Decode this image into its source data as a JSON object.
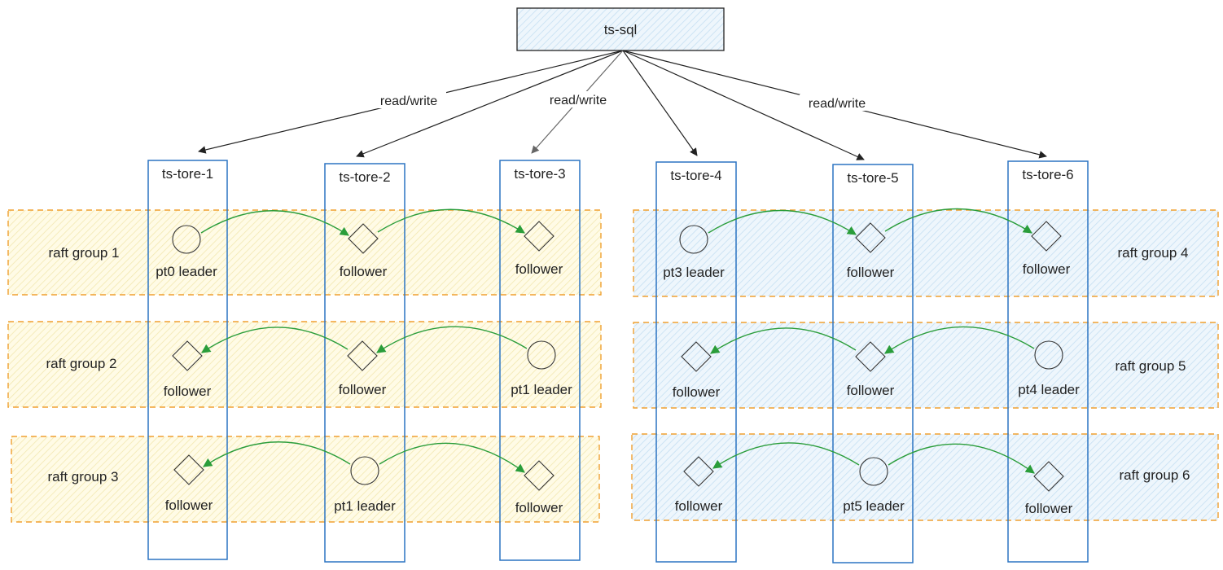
{
  "colors": {
    "group_left_fill": "#fffbe6",
    "group_left_hatch": "#f2e8b0",
    "group_right_fill": "#eef6fc",
    "group_right_hatch": "#c5dff2",
    "group_border": "#f0a030",
    "store_border": "#2b74c2",
    "raft_arrow": "#2a9d3a",
    "rw_arrow": "#222222",
    "node_stroke": "#333333"
  },
  "top": {
    "label": "ts-sql"
  },
  "stores": [
    {
      "label": "ts-tore-1"
    },
    {
      "label": "ts-tore-2"
    },
    {
      "label": "ts-tore-3"
    },
    {
      "label": "ts-tore-4"
    },
    {
      "label": "ts-tore-5"
    },
    {
      "label": "ts-tore-6"
    }
  ],
  "read_write_labels": [
    "read/write",
    "read/write",
    "read/write"
  ],
  "groups": [
    {
      "label": "raft group 1",
      "nodes": [
        {
          "shape": "circle",
          "label": "pt0 leader"
        },
        {
          "shape": "diamond",
          "label": "follower"
        },
        {
          "shape": "diamond",
          "label": "follower"
        }
      ]
    },
    {
      "label": "raft group 2",
      "nodes": [
        {
          "shape": "diamond",
          "label": "follower"
        },
        {
          "shape": "diamond",
          "label": "follower"
        },
        {
          "shape": "circle",
          "label": "pt1 leader"
        }
      ]
    },
    {
      "label": "raft group 3",
      "nodes": [
        {
          "shape": "diamond",
          "label": "follower"
        },
        {
          "shape": "circle",
          "label": "pt1 leader"
        },
        {
          "shape": "diamond",
          "label": "follower"
        }
      ]
    },
    {
      "label": "raft group 4",
      "nodes": [
        {
          "shape": "circle",
          "label": "pt3 leader"
        },
        {
          "shape": "diamond",
          "label": "follower"
        },
        {
          "shape": "diamond",
          "label": "follower"
        }
      ]
    },
    {
      "label": "raft group 5",
      "nodes": [
        {
          "shape": "diamond",
          "label": "follower"
        },
        {
          "shape": "diamond",
          "label": "follower"
        },
        {
          "shape": "circle",
          "label": "pt4 leader"
        }
      ]
    },
    {
      "label": "raft group 6",
      "nodes": [
        {
          "shape": "diamond",
          "label": "follower"
        },
        {
          "shape": "circle",
          "label": "pt5 leader"
        },
        {
          "shape": "diamond",
          "label": "follower"
        }
      ]
    }
  ]
}
